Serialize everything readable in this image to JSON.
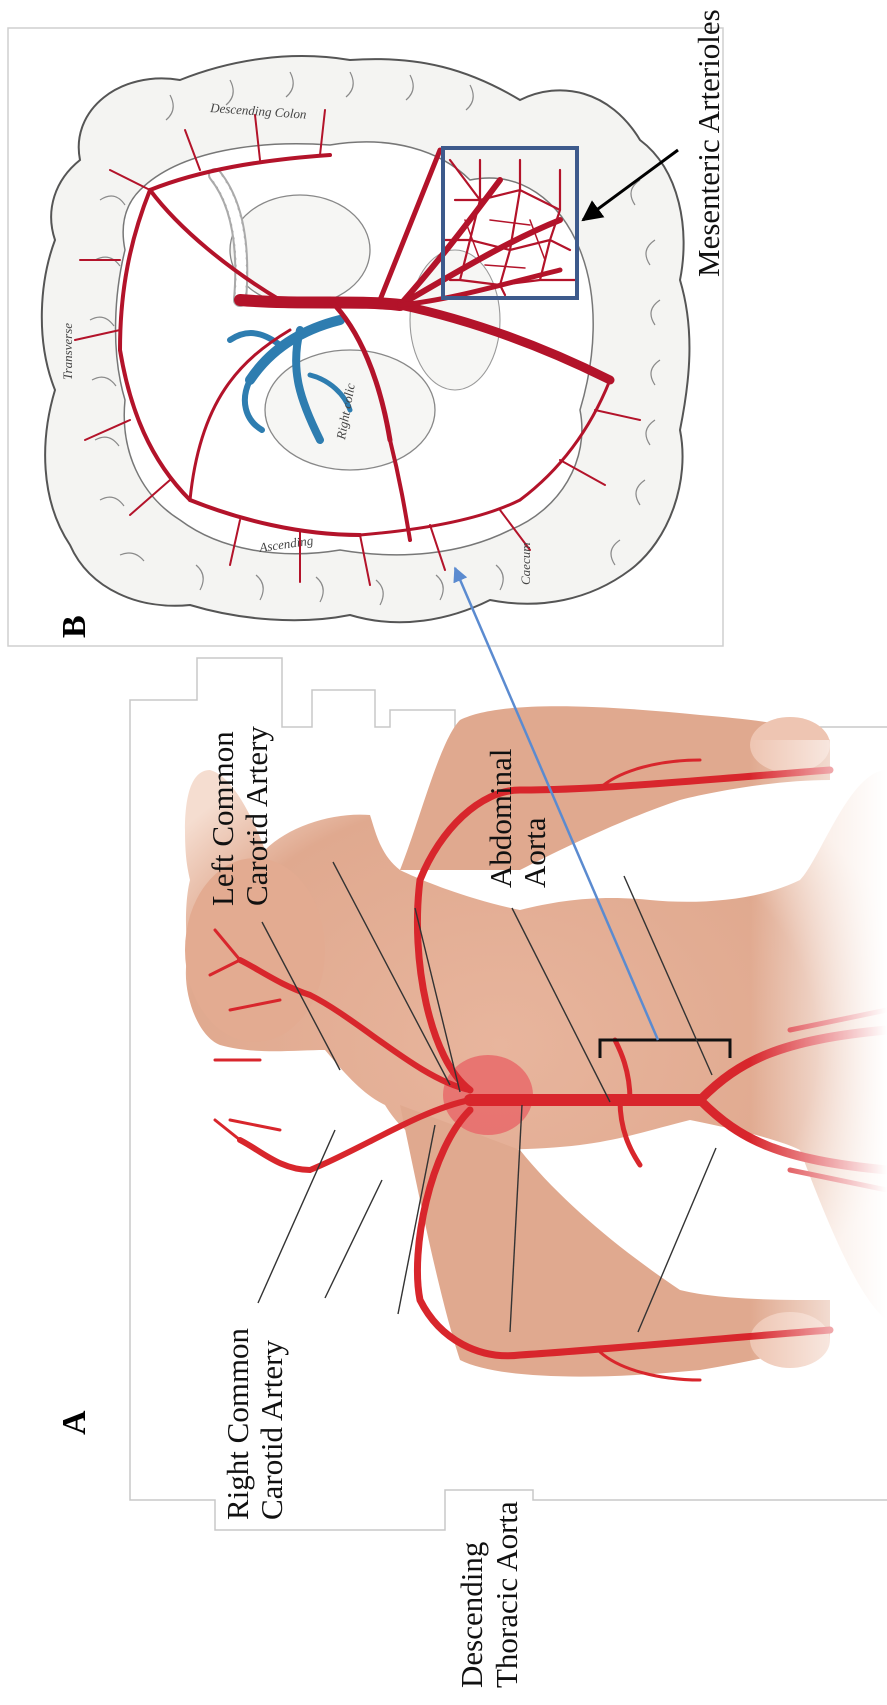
{
  "panels": {
    "a_label": "A",
    "b_label": "B"
  },
  "labels": {
    "left_common_carotid": [
      "Left Common",
      "Carotid Artery"
    ],
    "right_common_carotid": [
      "Right Common",
      "Carotid Artery"
    ],
    "abdominal_aorta": [
      "Abdominal",
      "Aorta"
    ],
    "descending_thoracic_aorta": [
      "Descending",
      "Thoracic Aorta"
    ],
    "mesenteric_arterioles": "Mesenteric Arterioles"
  },
  "illustration_text": {
    "descending_colon": "Descending Colon",
    "transverse": "Transverse",
    "ascending": "Ascending",
    "caecum": "Caecum",
    "right_colic": "Right colic"
  },
  "colors": {
    "artery_red": "#d8262c",
    "vessel_dark_red": "#b3132a",
    "vein_blue": "#2e7db0",
    "skin": "#e0a98f",
    "highlight_box": "#3d5a8c",
    "link_arrow": "#5b8bd0"
  }
}
